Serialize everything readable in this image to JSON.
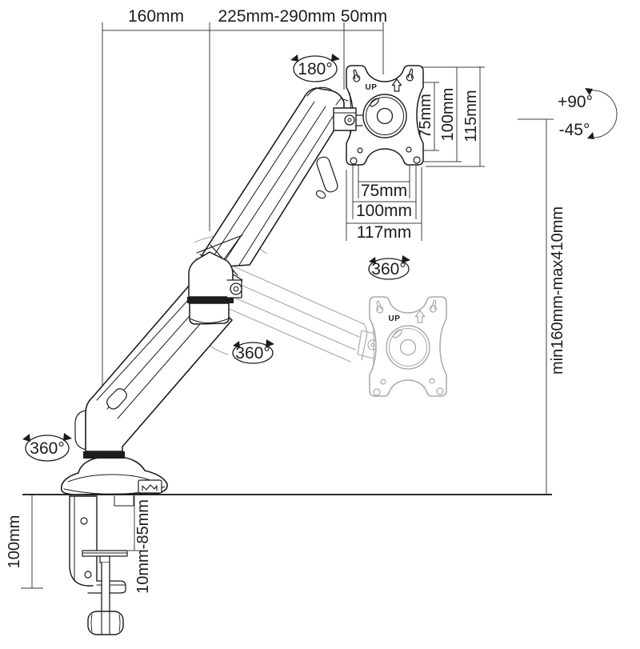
{
  "diagram": {
    "kind": "technical-dimension-diagram",
    "subject": "gas-spring single monitor desk mount arm with clamp base"
  },
  "dimensions": {
    "top": {
      "column_offset": "160mm",
      "arm_extension": "225mm-290mm",
      "head_depth": "50mm"
    },
    "vesa": {
      "vertical": {
        "inner": "75mm",
        "outer": "100mm",
        "total": "115mm"
      },
      "horizontal": {
        "inner": "75mm",
        "outer": "100mm",
        "total": "117mm"
      }
    },
    "tilt": {
      "up": "+90°",
      "down": "-45°"
    },
    "height_range": "min160mm-max410mm",
    "clamp": {
      "height": "100mm",
      "desk_thickness_range": "10mm-85mm"
    }
  },
  "rotations": {
    "head_swivel": "180°",
    "vesa_rotation": "360°",
    "arm_rotation": "360°",
    "base_rotation": "360°"
  },
  "markings": {
    "vesa_up": "UP"
  },
  "colors": {
    "line": "#1c1c1c",
    "dimension": "#3f3f3f",
    "ghost": "#a8a8a8",
    "background": "#ffffff"
  }
}
